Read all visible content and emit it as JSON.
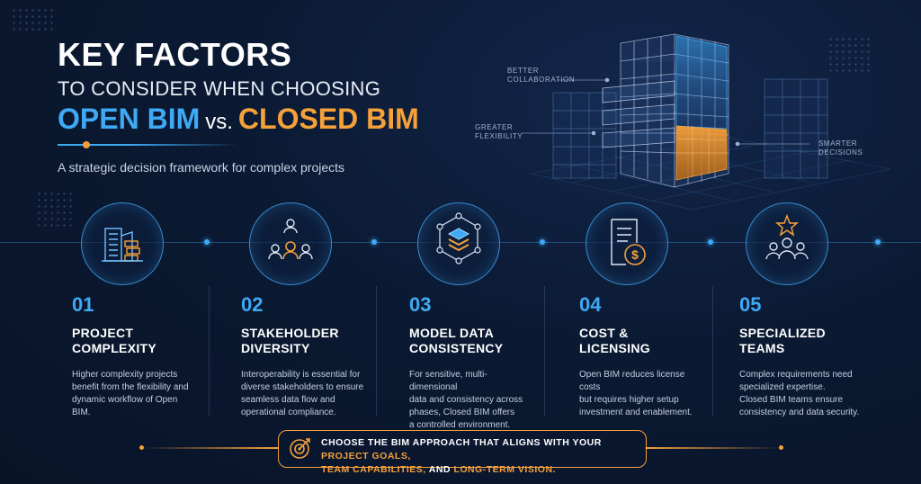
{
  "header": {
    "title_key": "KEY FACTORS",
    "title_sub": "TO CONSIDER WHEN CHOOSING",
    "open": "OPEN BIM",
    "vs": "vs.",
    "closed": "CLOSED BIM",
    "tagline": "A strategic decision framework for complex projects"
  },
  "building_labels": {
    "better": "BETTER",
    "collaboration": "COLLABORATION",
    "greater": "GREATER",
    "flexibility": "FLEXIBILITY",
    "smarter": "SMARTER",
    "decisions": "DECISIONS"
  },
  "factors": [
    {
      "num": "01",
      "title_1": "PROJECT",
      "title_2": "COMPLEXITY",
      "icon": "building-blocks-icon",
      "desc": [
        "Higher complexity projects",
        "benefit from the flexibility and",
        "dynamic workflow of Open BIM."
      ]
    },
    {
      "num": "02",
      "title_1": "STAKEHOLDER",
      "title_2": "DIVERSITY",
      "icon": "stakeholders-icon",
      "desc": [
        "Interoperability is essential for",
        "diverse stakeholders to ensure",
        "seamless data flow and",
        "operational compliance."
      ]
    },
    {
      "num": "03",
      "title_1": "MODEL DATA",
      "title_2": "CONSISTENCY",
      "icon": "data-cube-network-icon",
      "desc": [
        "For sensitive, multi-dimensional",
        "data and consistency across",
        "phases, Closed BIM offers",
        "a controlled environment."
      ]
    },
    {
      "num": "04",
      "title_1": "COST &",
      "title_2": "LICENSING",
      "icon": "invoice-dollar-icon",
      "desc": [
        "Open BIM reduces license costs",
        "but requires higher setup",
        "investment and enablement."
      ]
    },
    {
      "num": "05",
      "title_1": "SPECIALIZED",
      "title_2": "TEAMS",
      "icon": "team-star-icon",
      "desc": [
        "Complex requirements need",
        "specialized expertise.",
        "Closed BIM teams ensure",
        "consistency and data security."
      ]
    }
  ],
  "banner": {
    "p1": "CHOOSE THE BIM APPROACH THAT ALIGNS WITH YOUR ",
    "h1": "PROJECT GOALS,",
    "h2": "TEAM CAPABILITIES,",
    "p2": " AND ",
    "h3": "LONG-TERM VISION.",
    "icon": "target-arrow-icon"
  },
  "colors": {
    "accent_blue": "#3fa9f5",
    "accent_orange": "#f5a13a",
    "background": "#0b1a33"
  }
}
